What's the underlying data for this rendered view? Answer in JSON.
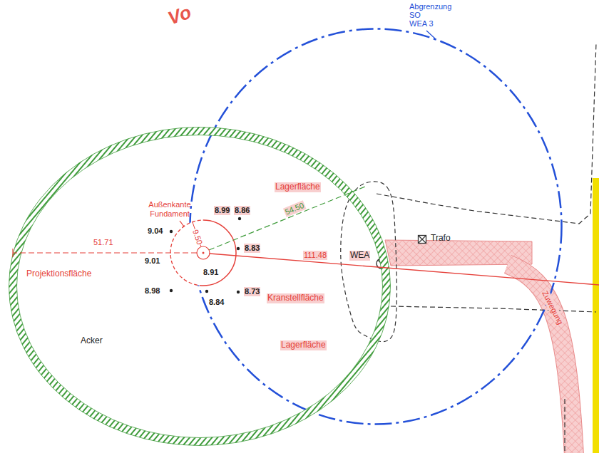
{
  "diagram": {
    "nodes": [
      {
        "text": [
          "Abgrenzung SO WEA 3"
        ]
      },
      {
        "text": [
          "Projektionsfläche",
          "Acker"
        ]
      },
      {
        "text": [
          "Lagerfläche",
          "Kranstellfläche",
          "Lagerfläche"
        ]
      },
      {
        "text": [
          "Außenkante Fundament"
        ]
      },
      {
        "text": [
          "WEA"
        ],
        "in": 0
      },
      {
        "text": [
          "Trafo"
        ],
        "in": 0
      }
    ],
    "labels": [
      "Vo",
      "9.04",
      "8.99",
      "8.86",
      "9.50",
      "54.50",
      "8.83",
      "51.71",
      "9.01",
      "111.48",
      "8.91",
      "8.73",
      "8.98",
      "8.84",
      "Zuwegung"
    ]
  }
}
